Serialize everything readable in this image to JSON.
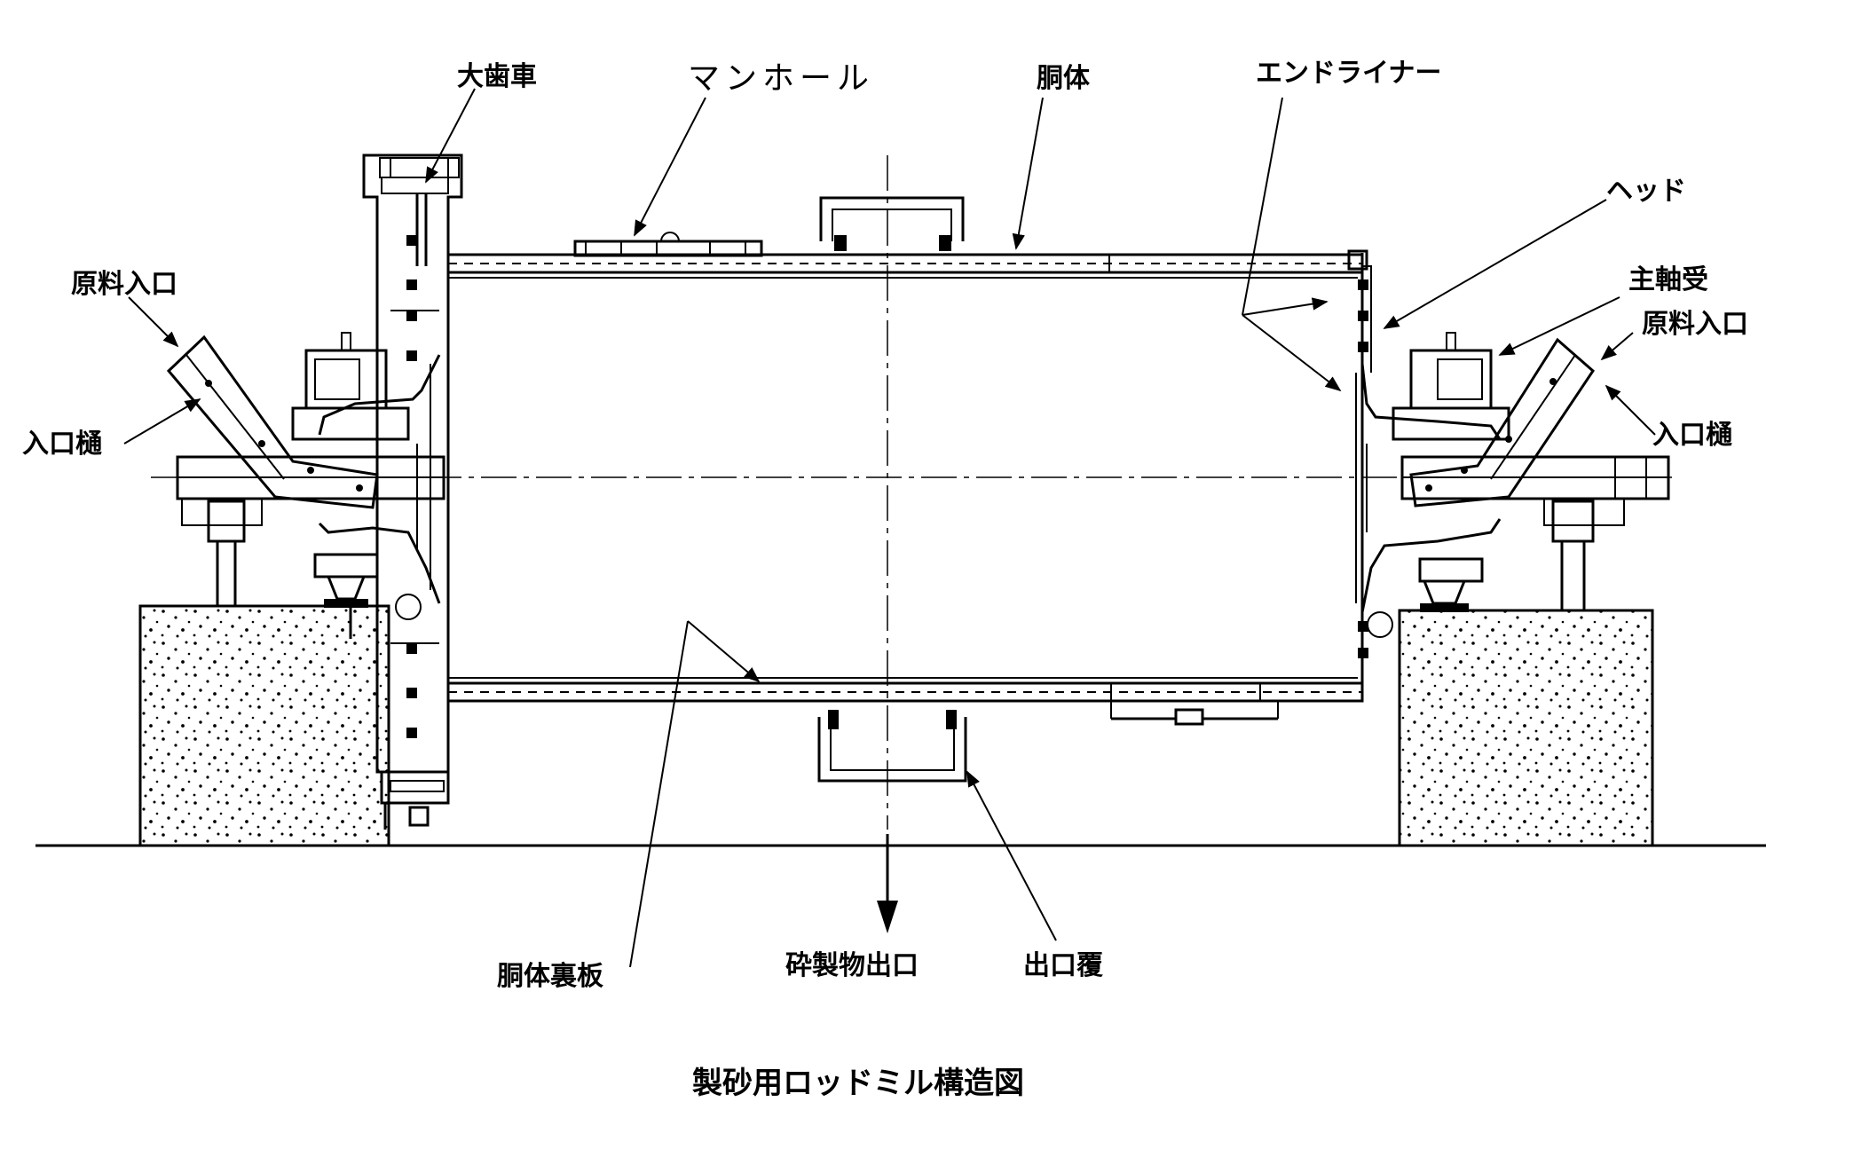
{
  "diagram": {
    "caption": "製砂用ロッドミル構造図",
    "labels": {
      "gear": "大歯車",
      "manhole": "マンホール",
      "shell": "胴体",
      "end_liner": "エンドライナー",
      "head": "ヘッド",
      "main_bearing": "主軸受",
      "feed_inlet_left": "原料入口",
      "feed_inlet_right": "原料入口",
      "inlet_chute_left": "入口樋",
      "inlet_chute_right": "入口樋",
      "shell_liner": "胴体裏板",
      "product_outlet": "砕製物出口",
      "outlet_cover": "出口覆"
    }
  }
}
